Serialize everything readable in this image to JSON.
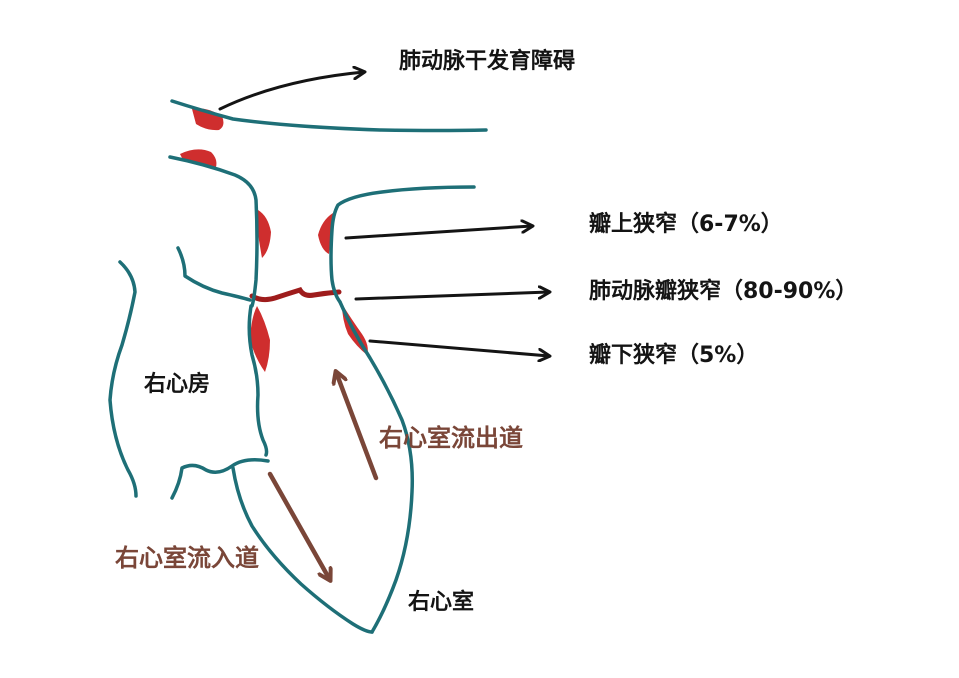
{
  "colors": {
    "outline": "#1e6f77",
    "stenosis": "#cf2e2e",
    "arrow_dark": "#141414",
    "arrow_brown": "#7a4638",
    "label_dark": "#141414",
    "label_brown": "#7a4638",
    "background": "#ffffff"
  },
  "labels": {
    "pulmonary_trunk_dysplasia": "肺动脉干发育障碍",
    "supravalvular_stenosis": "瓣上狭窄（6-7%）",
    "valvular_stenosis": "肺动脉瓣狭窄（80-90%）",
    "subvalvular_stenosis": "瓣下狭窄（5%）",
    "right_atrium": "右心房",
    "rv_outflow_tract": "右心室流出道",
    "rv_inflow_tract": "右心室流入道",
    "right_ventricle": "右心室"
  }
}
